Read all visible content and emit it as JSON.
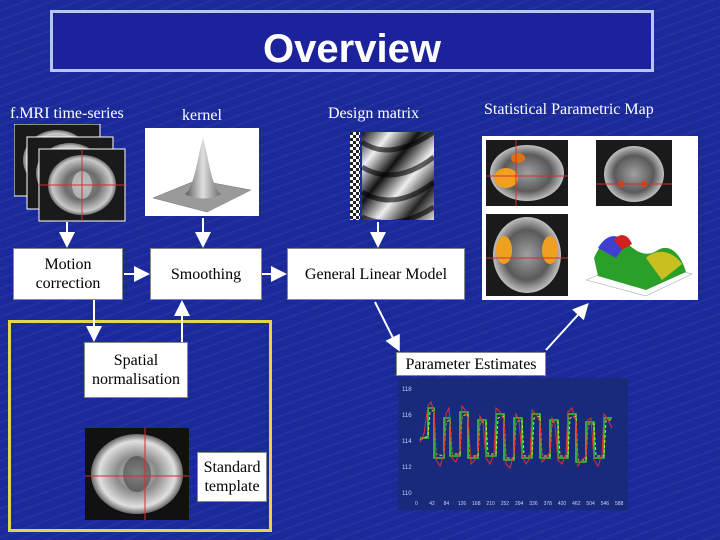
{
  "title": "Overview",
  "labels": {
    "fmri": "f.MRI time-series",
    "kernel": "kernel",
    "design_matrix": "Design matrix",
    "spm": "Statistical Parametric Map",
    "motion_correction": "Motion correction",
    "smoothing": "Smoothing",
    "glm": "General Linear Model",
    "spatial_normalisation": "Spatial normalisation",
    "parameter_estimates": "Parameter Estimates",
    "standard_template": "Standard template"
  },
  "parameter_plot": {
    "yticks": [
      "118",
      "116",
      "114",
      "112",
      "110"
    ],
    "xticks": [
      "0",
      "42",
      "84",
      "126",
      "168",
      "210",
      "252",
      "294",
      "336",
      "378",
      "420",
      "462",
      "504",
      "546",
      "588"
    ]
  },
  "colors": {
    "background": "#1a2a9a",
    "title_border": "#b9c4ff",
    "frame": "#e8d44a",
    "arrow": "#ffffff"
  }
}
